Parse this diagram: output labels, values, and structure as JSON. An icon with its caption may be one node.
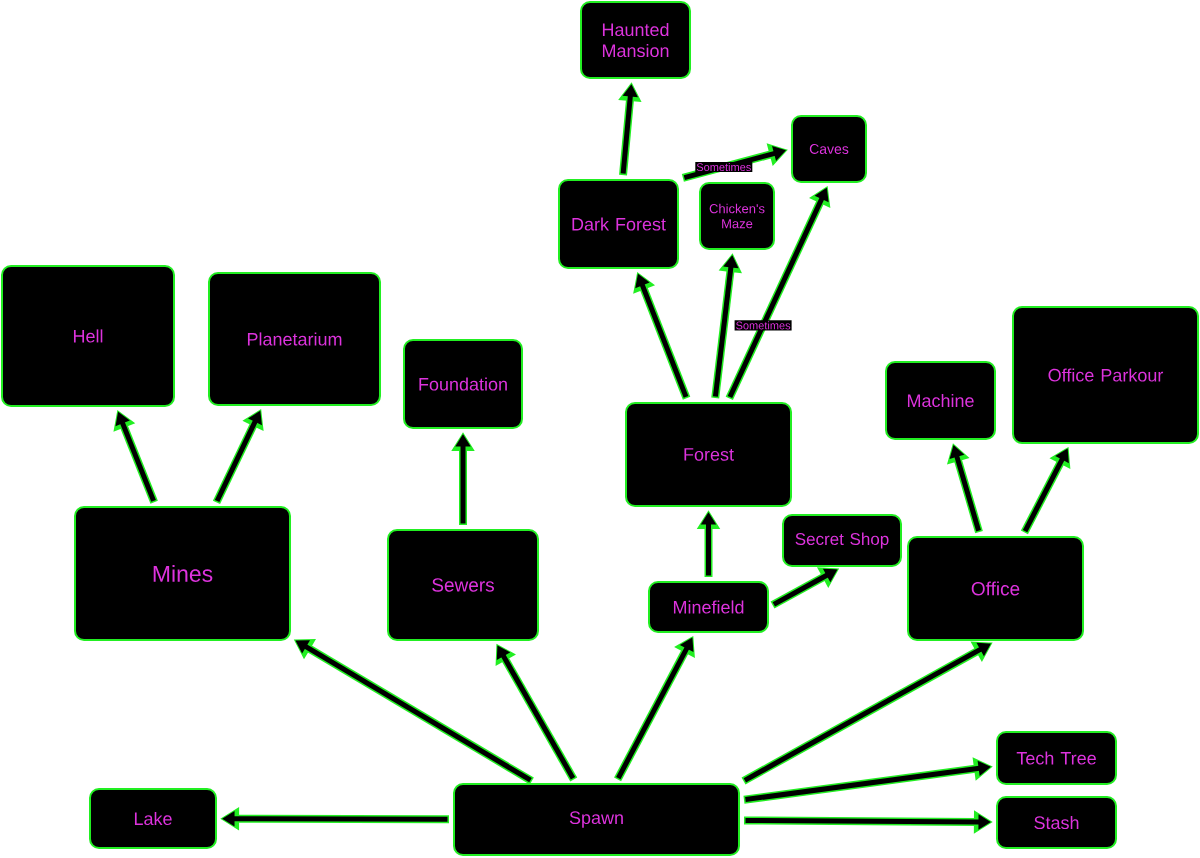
{
  "diagram": {
    "nodes": [
      {
        "text": [
          "Haunted Mansion"
        ]
      },
      {
        "text": [
          "Caves"
        ]
      },
      {
        "text": [
          "Dark Forest"
        ]
      },
      {
        "text": [
          "Chicken's Maze"
        ]
      },
      {
        "text": [
          "Hell"
        ]
      },
      {
        "text": [
          "Planetarium"
        ]
      },
      {
        "text": [
          "Foundation"
        ]
      },
      {
        "text": [
          "Office Parkour"
        ]
      },
      {
        "text": [
          "Machine"
        ]
      },
      {
        "text": [
          "Forest"
        ]
      },
      {
        "text": [
          "Secret Shop"
        ]
      },
      {
        "text": [
          "Mines"
        ]
      },
      {
        "text": [
          "Sewers"
        ]
      },
      {
        "text": [
          "Minefield"
        ]
      },
      {
        "text": [
          "Office"
        ]
      },
      {
        "text": [
          "Tech Tree"
        ]
      },
      {
        "text": [
          "Lake"
        ]
      },
      {
        "text": [
          "Spawn"
        ]
      },
      {
        "text": [
          "Stash"
        ]
      }
    ],
    "edges": [
      {
        "from": 17,
        "to": 16,
        "arrow": "to"
      },
      {
        "from": 17,
        "to": 11,
        "arrow": "to"
      },
      {
        "from": 17,
        "to": 12,
        "arrow": "to"
      },
      {
        "from": 17,
        "to": 13,
        "arrow": "to"
      },
      {
        "from": 17,
        "to": 14,
        "arrow": "to"
      },
      {
        "from": 17,
        "to": 15,
        "arrow": "to"
      },
      {
        "from": 17,
        "to": 18,
        "arrow": "to"
      },
      {
        "from": 11,
        "to": 4,
        "arrow": "to"
      },
      {
        "from": 11,
        "to": 5,
        "arrow": "to"
      },
      {
        "from": 12,
        "to": 6,
        "arrow": "to"
      },
      {
        "from": 13,
        "to": 9,
        "arrow": "to"
      },
      {
        "from": 13,
        "to": 10,
        "arrow": "to"
      },
      {
        "from": 9,
        "to": 2,
        "arrow": "to"
      },
      {
        "from": 9,
        "to": 3,
        "arrow": "to"
      },
      {
        "from": 9,
        "to": 1,
        "arrow": "to",
        "label": "Sometimes"
      },
      {
        "from": 2,
        "to": 0,
        "arrow": "to"
      },
      {
        "from": 2,
        "to": 1,
        "arrow": "to",
        "label": "Sometimes"
      },
      {
        "from": 14,
        "to": 8,
        "arrow": "to"
      },
      {
        "from": 14,
        "to": 7,
        "arrow": "to"
      }
    ]
  }
}
